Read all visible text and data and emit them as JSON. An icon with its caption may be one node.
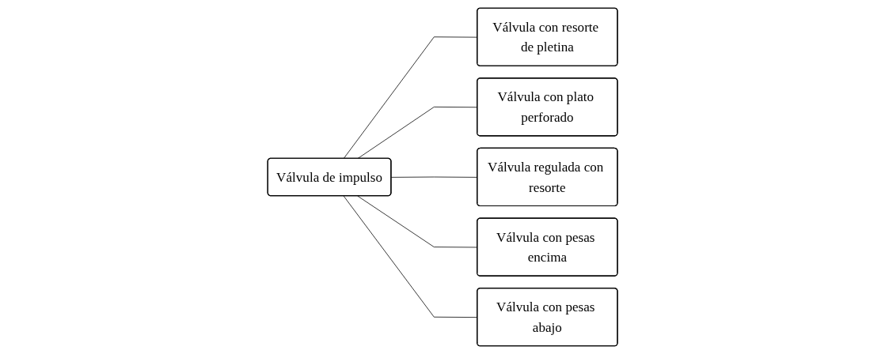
{
  "diagram": {
    "nodes": [
      {
        "text": [
          "Válvula de impulso"
        ]
      },
      {
        "text": [
          "Válvula con resorte de pletina"
        ]
      },
      {
        "text": [
          "Válvula con plato perforado"
        ]
      },
      {
        "text": [
          "Válvula regulada con resorte"
        ]
      },
      {
        "text": [
          "Válvula con pesas encima"
        ]
      },
      {
        "text": [
          "Válvula con pesas abajo"
        ]
      }
    ],
    "edges": [
      {
        "from": 0,
        "to": 1,
        "arrow": "none"
      },
      {
        "from": 0,
        "to": 2,
        "arrow": "none"
      },
      {
        "from": 0,
        "to": 3,
        "arrow": "none"
      },
      {
        "from": 0,
        "to": 4,
        "arrow": "none"
      },
      {
        "from": 0,
        "to": 5,
        "arrow": "none"
      }
    ]
  }
}
